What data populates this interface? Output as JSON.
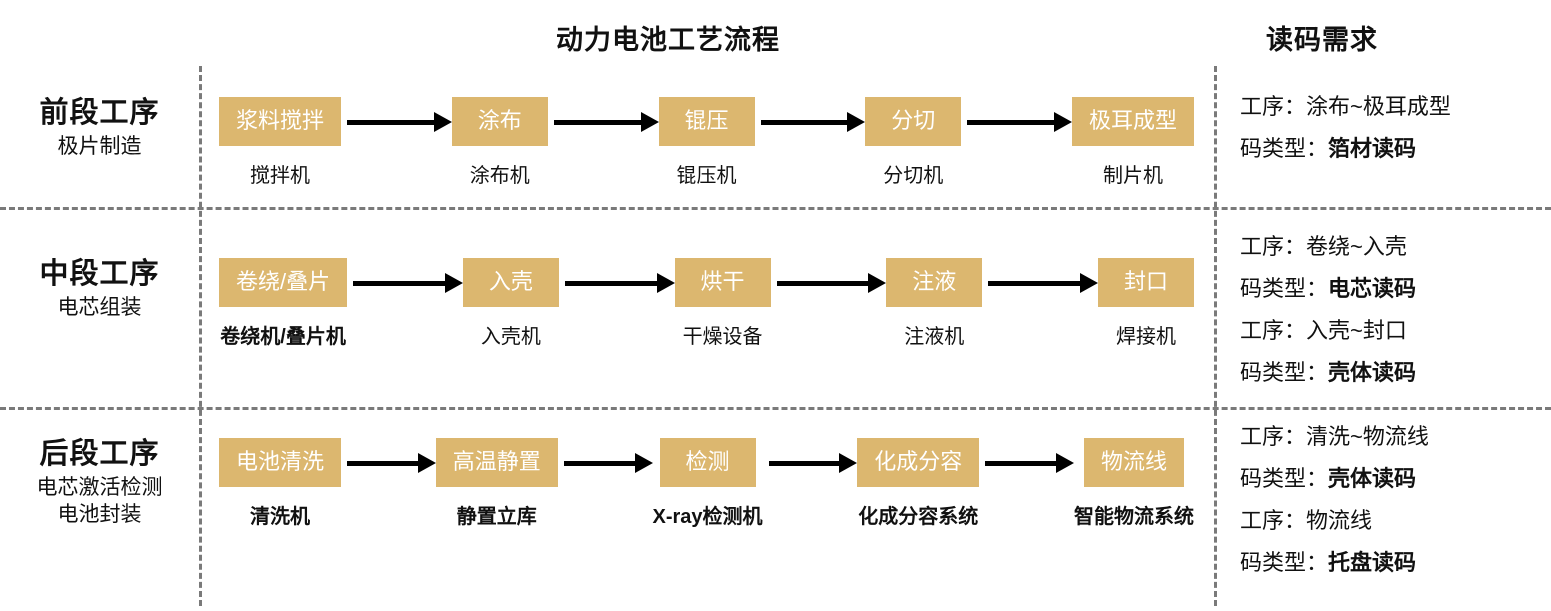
{
  "headers": {
    "flow_title": "动力电池工艺流程",
    "requirement_title": "读码需求"
  },
  "stages": [
    {
      "name": "前段工序",
      "sub": "极片制造",
      "nodes": [
        {
          "box": "浆料搅拌",
          "caption": "搅拌机",
          "caption_bold": false
        },
        {
          "box": "涂布",
          "caption": "涂布机",
          "caption_bold": false
        },
        {
          "box": "锟压",
          "caption": "锟压机",
          "caption_bold": false
        },
        {
          "box": "分切",
          "caption": "分切机",
          "caption_bold": false
        },
        {
          "box": "极耳成型",
          "caption": "制片机",
          "caption_bold": false
        }
      ],
      "requirements": [
        {
          "label": "工序：",
          "value": "涂布~极耳成型",
          "value_bold": false
        },
        {
          "label": "码类型：",
          "value": "箔材读码",
          "value_bold": true
        }
      ]
    },
    {
      "name": "中段工序",
      "sub": "电芯组装",
      "nodes": [
        {
          "box": "卷绕/叠片",
          "caption": "卷绕机/叠片机",
          "caption_bold": true
        },
        {
          "box": "入壳",
          "caption": "入壳机",
          "caption_bold": false
        },
        {
          "box": "烘干",
          "caption": "干燥设备",
          "caption_bold": false
        },
        {
          "box": "注液",
          "caption": "注液机",
          "caption_bold": false
        },
        {
          "box": "封口",
          "caption": "焊接机",
          "caption_bold": false
        }
      ],
      "requirements": [
        {
          "label": "工序：",
          "value": "卷绕~入壳",
          "value_bold": false
        },
        {
          "label": "码类型：",
          "value": "电芯读码",
          "value_bold": true
        },
        {
          "label": "工序：",
          "value": "入壳~封口",
          "value_bold": false
        },
        {
          "label": "码类型：",
          "value": "壳体读码",
          "value_bold": true
        }
      ]
    },
    {
      "name": "后段工序",
      "sub": "电芯激活检测\n电池封装",
      "nodes": [
        {
          "box": "电池清洗",
          "caption": "清洗机",
          "caption_bold": true
        },
        {
          "box": "高温静置",
          "caption": "静置立库",
          "caption_bold": true
        },
        {
          "box": "检测",
          "caption": "X-ray检测机",
          "caption_bold": true
        },
        {
          "box": "化成分容",
          "caption": "化成分容系统",
          "caption_bold": true
        },
        {
          "box": "物流线",
          "caption": "智能物流系统",
          "caption_bold": true
        }
      ],
      "requirements": [
        {
          "label": "工序：",
          "value": "清洗~物流线",
          "value_bold": false
        },
        {
          "label": "码类型：",
          "value": "壳体读码",
          "value_bold": true
        },
        {
          "label": "工序：",
          "value": "物流线",
          "value_bold": false
        },
        {
          "label": "码类型：",
          "value": "托盘读码",
          "value_bold": true
        }
      ]
    }
  ],
  "colors": {
    "node_fill": "#dcb76f",
    "node_text": "#ffffff",
    "divider": "#7a7a7a",
    "arrow": "#000000",
    "text": "#111111"
  }
}
